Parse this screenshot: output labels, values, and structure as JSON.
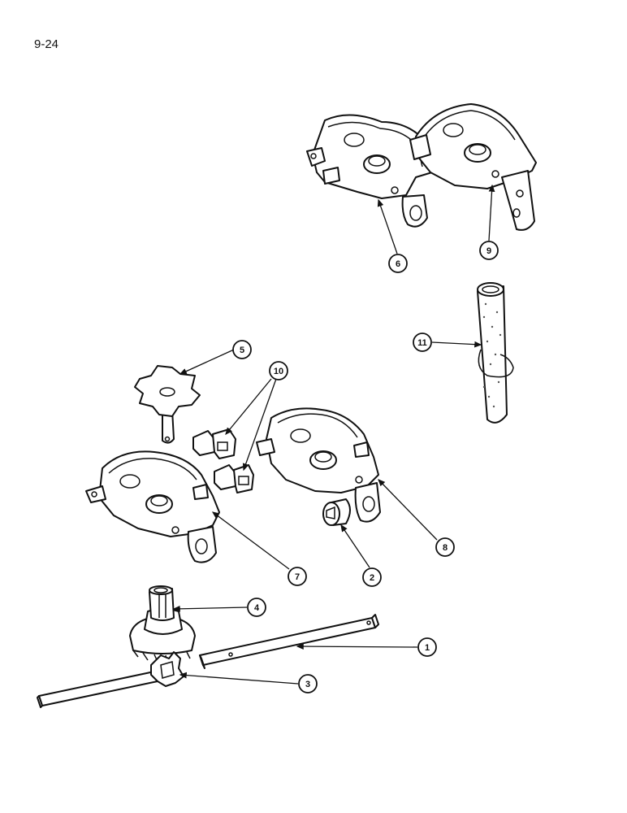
{
  "page_number": "9-24",
  "callouts": [
    {
      "id": "c1",
      "label": "1"
    },
    {
      "id": "c2",
      "label": "2"
    },
    {
      "id": "c3",
      "label": "3"
    },
    {
      "id": "c4",
      "label": "4"
    },
    {
      "id": "c5",
      "label": "5"
    },
    {
      "id": "c6",
      "label": "6"
    },
    {
      "id": "c7",
      "label": "7"
    },
    {
      "id": "c8",
      "label": "8"
    },
    {
      "id": "c9",
      "label": "9"
    },
    {
      "id": "c10",
      "label": "10"
    },
    {
      "id": "c11",
      "label": "11"
    }
  ]
}
